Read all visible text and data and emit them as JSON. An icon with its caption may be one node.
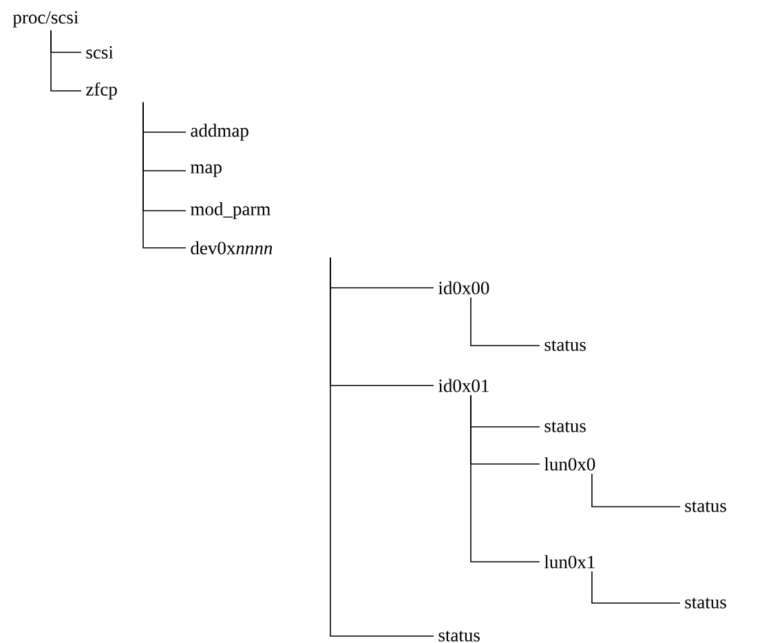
{
  "diagram": {
    "nodes": [
      {
        "text": [
          "proc/scsi"
        ]
      },
      {
        "text": [
          "scsi"
        ]
      },
      {
        "text": [
          "zfcp"
        ]
      },
      {
        "text": [
          "addmap"
        ]
      },
      {
        "text": [
          "map"
        ]
      },
      {
        "text": [
          "mod_parm"
        ]
      },
      {
        "text": [
          "dev0x",
          "nnnn"
        ]
      },
      {
        "text": [
          "id0x00"
        ]
      },
      {
        "text": [
          "status"
        ]
      },
      {
        "text": [
          "id0x01"
        ]
      },
      {
        "text": [
          "status"
        ]
      },
      {
        "text": [
          "lun0x0"
        ]
      },
      {
        "text": [
          "status"
        ]
      },
      {
        "text": [
          "lun0x1"
        ]
      },
      {
        "text": [
          "status"
        ]
      },
      {
        "text": [
          "status"
        ]
      }
    ],
    "edges": [
      {
        "from": 0,
        "to": 1,
        "arrow": "none"
      },
      {
        "from": 0,
        "to": 2,
        "arrow": "none"
      },
      {
        "from": 2,
        "to": 3,
        "arrow": "none"
      },
      {
        "from": 2,
        "to": 4,
        "arrow": "none"
      },
      {
        "from": 2,
        "to": 5,
        "arrow": "none"
      },
      {
        "from": 2,
        "to": 6,
        "arrow": "none"
      },
      {
        "from": 6,
        "to": 7,
        "arrow": "none"
      },
      {
        "from": 7,
        "to": 8,
        "arrow": "none"
      },
      {
        "from": 6,
        "to": 9,
        "arrow": "none"
      },
      {
        "from": 9,
        "to": 10,
        "arrow": "none"
      },
      {
        "from": 9,
        "to": 11,
        "arrow": "none"
      },
      {
        "from": 11,
        "to": 12,
        "arrow": "none"
      },
      {
        "from": 9,
        "to": 13,
        "arrow": "none"
      },
      {
        "from": 13,
        "to": 14,
        "arrow": "none"
      },
      {
        "from": 6,
        "to": 15,
        "arrow": "none"
      }
    ]
  }
}
